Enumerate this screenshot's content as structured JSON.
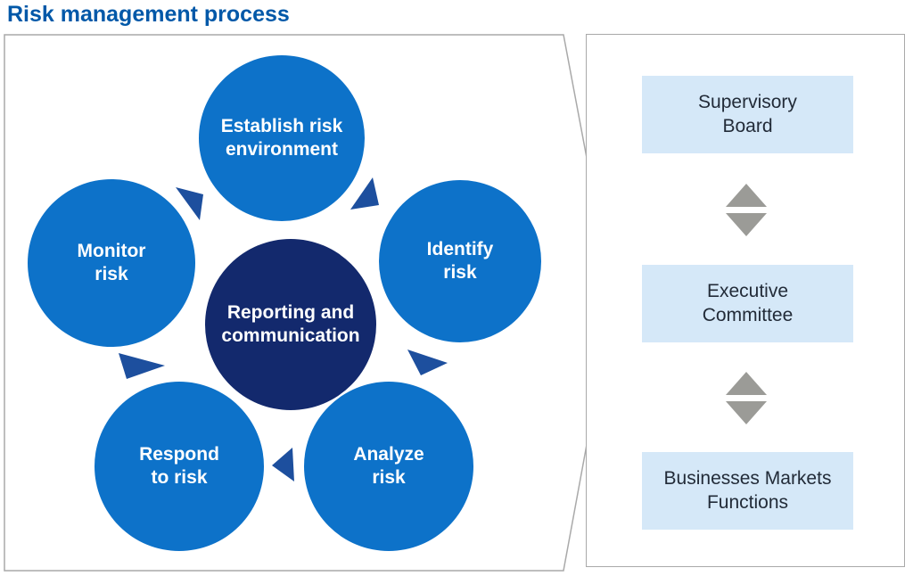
{
  "title": "Risk management process",
  "colors": {
    "title": "#0058a8",
    "azure": "#0d72c9",
    "navy": "#13296d",
    "wedge": "#1d4f9e",
    "box-fill": "#d5e8f8",
    "box-text": "#222b38",
    "arrow-gray": "#9b9b97",
    "outline": "#a9a9a9"
  },
  "cycle": {
    "center": {
      "label": "Reporting and\ncommunication"
    },
    "steps": [
      {
        "label": "Establish risk\nenvironment"
      },
      {
        "label": "Identify\nrisk"
      },
      {
        "label": "Analyze\nrisk"
      },
      {
        "label": "Respond\nto risk"
      },
      {
        "label": "Monitor\nrisk"
      }
    ]
  },
  "hierarchy": {
    "boxes": [
      {
        "label": "Supervisory\nBoard"
      },
      {
        "label": "Executive\nCommittee"
      },
      {
        "label": "Businesses Markets\nFunctions"
      }
    ]
  }
}
